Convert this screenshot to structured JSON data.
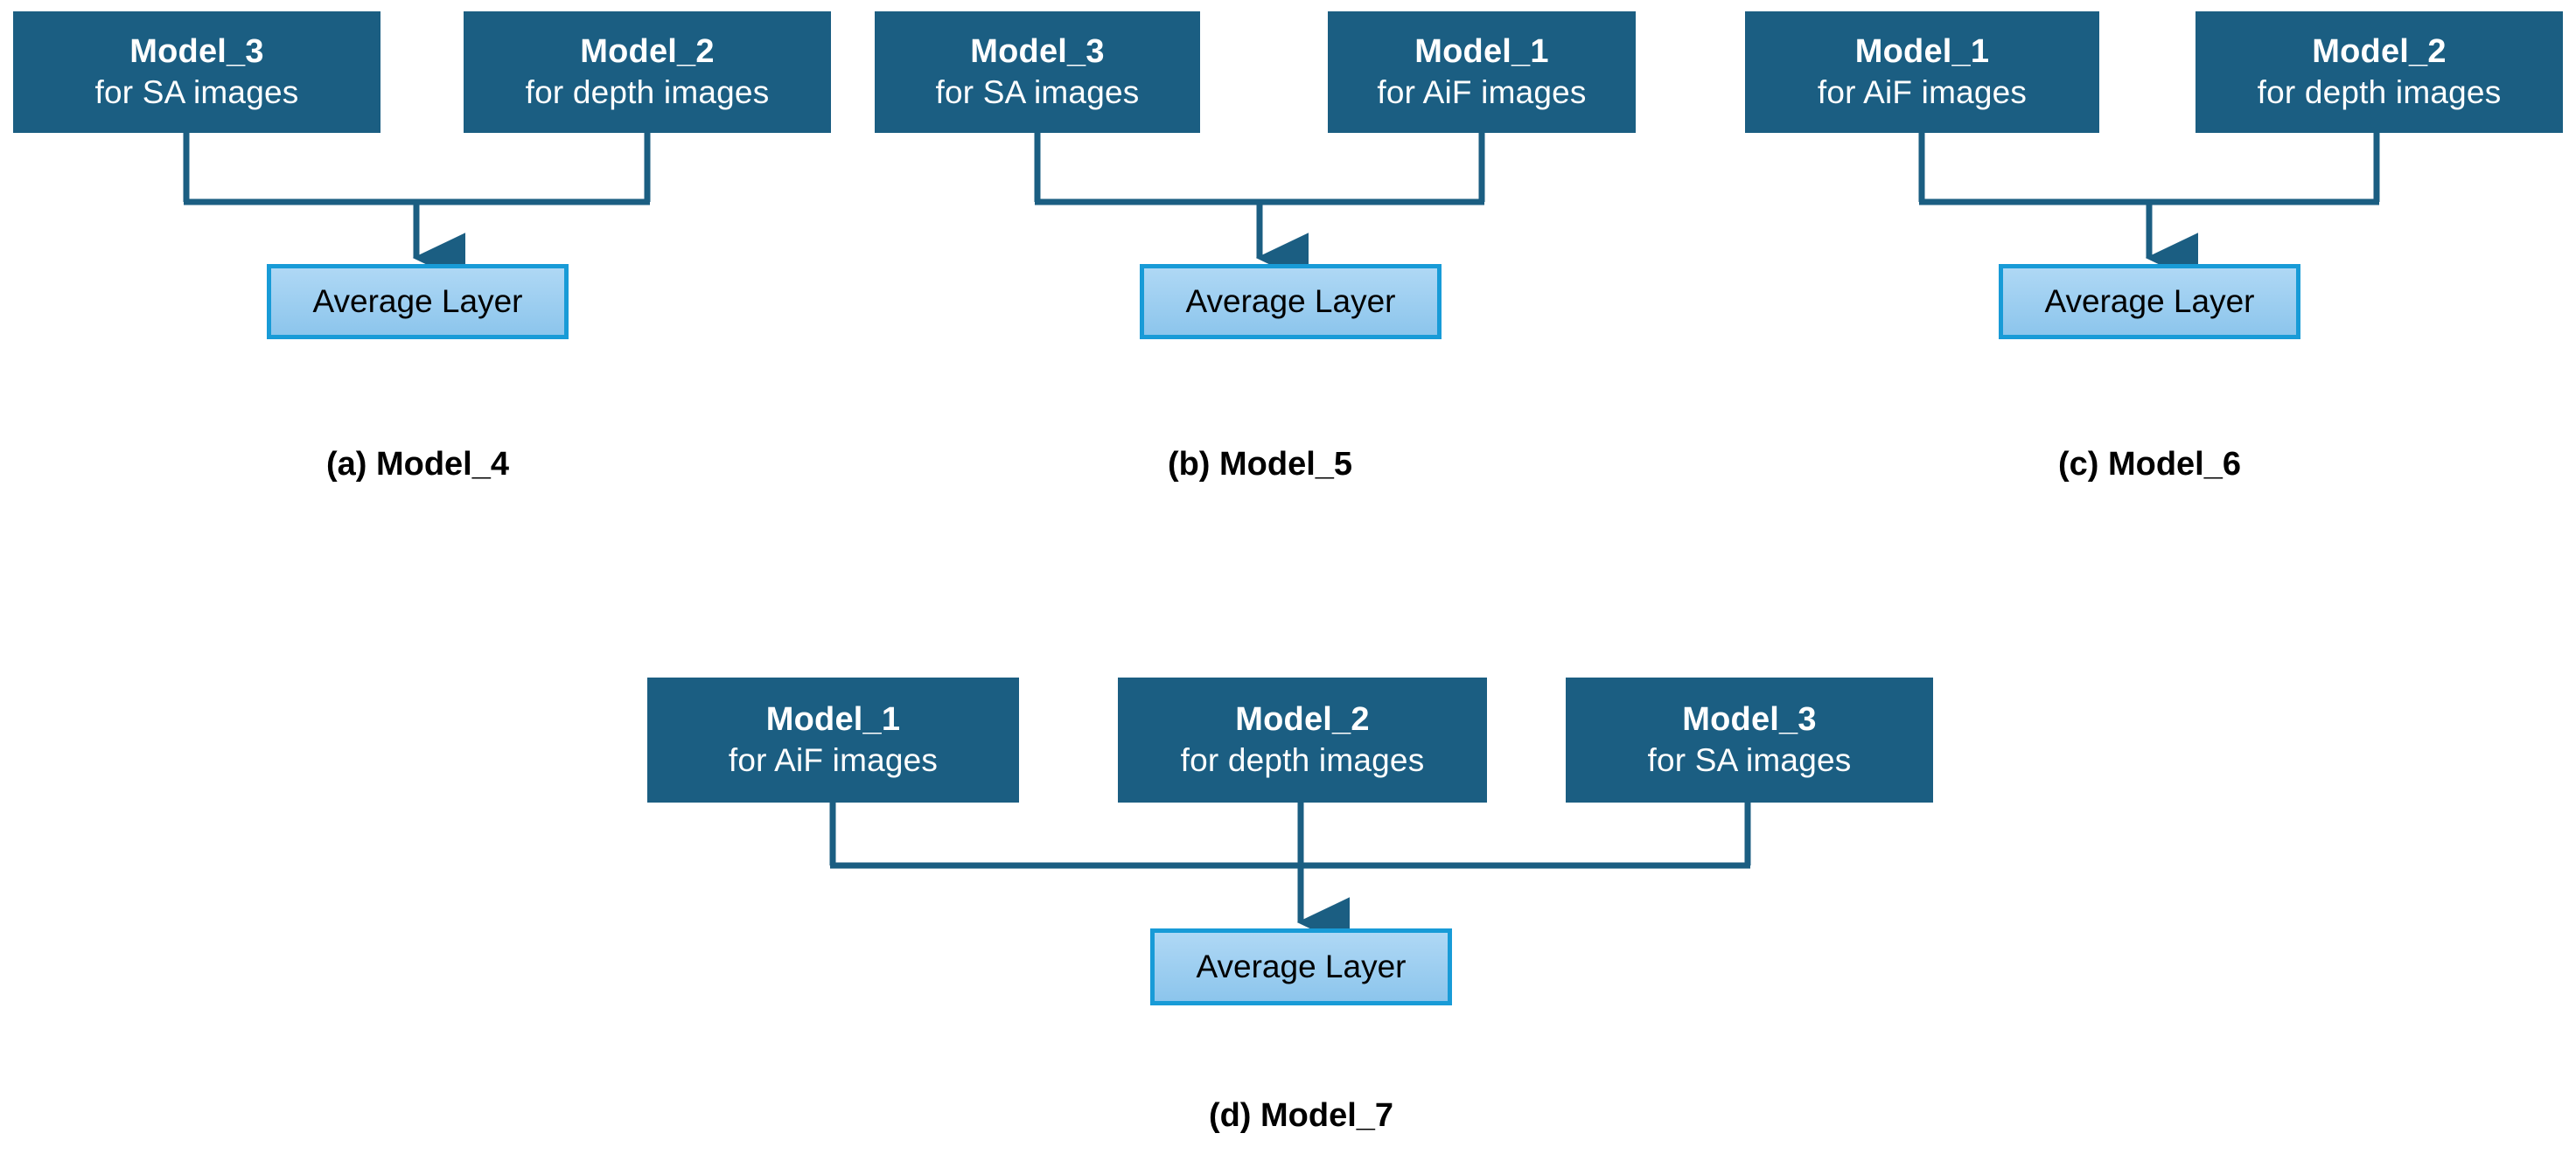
{
  "diagram": {
    "title_visible": false,
    "colors": {
      "model_box_fill": "#1B5E82",
      "model_box_text": "#FFFFFF",
      "average_box_fill_top": "#AFD8F5",
      "average_box_fill_bottom": "#8CC5EC",
      "average_box_border": "#189BD7",
      "connector_line": "#1B5E82",
      "caption_text": "#000000",
      "background": "#FFFFFF"
    },
    "average_layer_label": "Average Layer",
    "panels": [
      {
        "id": "panel-a",
        "caption": "(a) Model_4",
        "inputs": [
          {
            "title": "Model_3",
            "subtitle": "for  SA images"
          },
          {
            "title": "Model_2",
            "subtitle": "for depth images"
          }
        ],
        "output": "Average Layer"
      },
      {
        "id": "panel-b",
        "caption": "(b) Model_5",
        "inputs": [
          {
            "title": "Model_3",
            "subtitle": "for  SA images"
          },
          {
            "title": "Model_1",
            "subtitle": "for AiF images"
          }
        ],
        "output": "Average Layer"
      },
      {
        "id": "panel-c",
        "caption": "(c) Model_6",
        "inputs": [
          {
            "title": "Model_1",
            "subtitle": "for AiF images"
          },
          {
            "title": "Model_2",
            "subtitle": "for depth images"
          }
        ],
        "output": "Average Layer"
      },
      {
        "id": "panel-d",
        "caption": "(d) Model_7",
        "inputs": [
          {
            "title": "Model_1",
            "subtitle": "for AiF images"
          },
          {
            "title": "Model_2",
            "subtitle": "for depth images"
          },
          {
            "title": "Model_3",
            "subtitle": "for  SA images"
          }
        ],
        "output": "Average Layer"
      }
    ]
  }
}
